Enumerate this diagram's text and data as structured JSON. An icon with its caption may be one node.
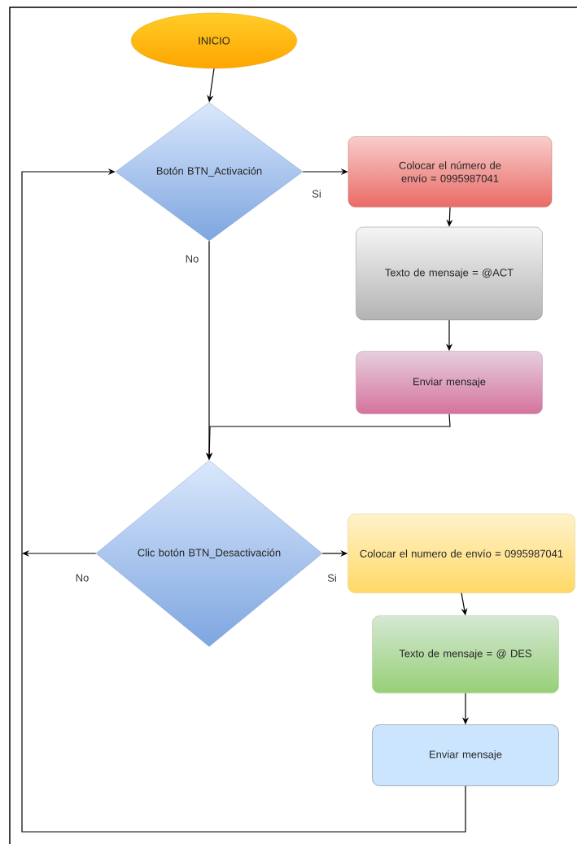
{
  "diagram": {
    "nodes": [
      {
        "text": [
          "INICIO"
        ]
      },
      {
        "text": [
          "Botón BTN_Activación"
        ]
      },
      {
        "text": [
          "Colocar el número de envío = 0995987041"
        ]
      },
      {
        "text": [
          "Texto de mensaje = @ACT"
        ]
      },
      {
        "text": [
          "Enviar mensaje"
        ]
      },
      {
        "text": [
          "Clic botón BTN_Desactivación"
        ]
      },
      {
        "text": [
          "Colocar el numero de envío = 0995987041"
        ]
      },
      {
        "text": [
          "Texto de mensaje = @ DES"
        ]
      },
      {
        "text": [
          "Enviar mensaje"
        ]
      }
    ],
    "edges": [
      {
        "from": 0,
        "to": 1,
        "arrow": "to"
      },
      {
        "from": 1,
        "to": 2,
        "arrow": "to",
        "label": "Si"
      },
      {
        "from": 2,
        "to": 3,
        "arrow": "to"
      },
      {
        "from": 3,
        "to": 4,
        "arrow": "to"
      },
      {
        "from": 1,
        "to": 5,
        "arrow": "to",
        "label": "No"
      },
      {
        "from": 4,
        "to": 5,
        "arrow": "to"
      },
      {
        "from": 5,
        "to": 6,
        "arrow": "to",
        "label": "Si"
      },
      {
        "from": 6,
        "to": 7,
        "arrow": "to"
      },
      {
        "from": 7,
        "to": 8,
        "arrow": "to"
      },
      {
        "from": 8,
        "to": 1,
        "arrow": "to"
      },
      {
        "from": 5,
        "to": null,
        "arrow": "to",
        "label": "No"
      }
    ]
  }
}
